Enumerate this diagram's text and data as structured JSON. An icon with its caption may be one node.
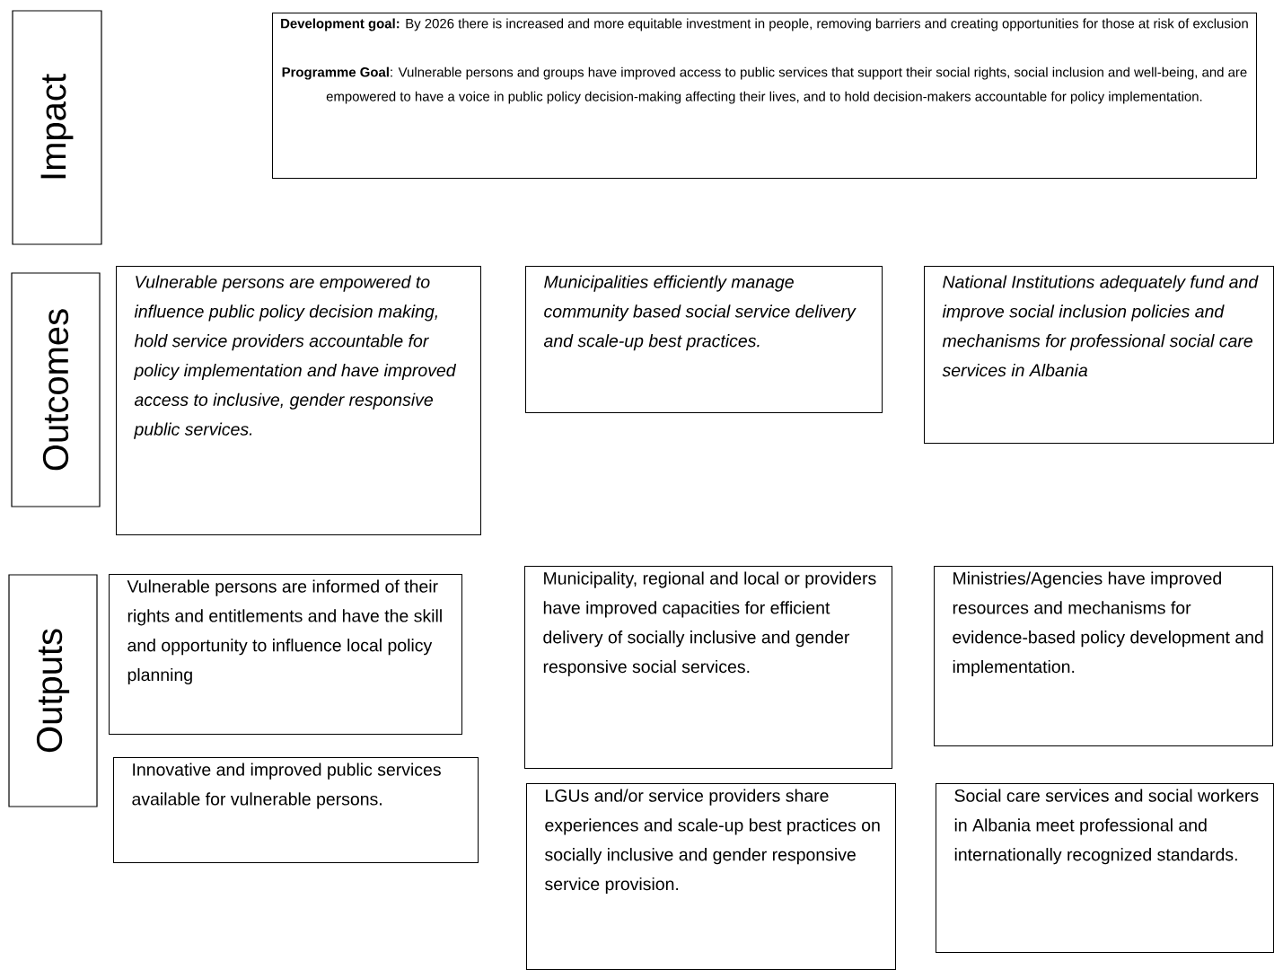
{
  "diagram": {
    "nodes": [
      {
        "text": [
          "Impact"
        ]
      },
      {
        "text": [
          "**Development goal:** By 2026 there is increased and more equitable investment in people, removing barriers and creating opportunities for those at risk of exclusion",
          "**Programme Goal**: Vulnerable persons and groups have improved access to public services that support their social rights, social inclusion and well-being, and are empowered to have a voice in public policy decision-making affecting their lives, and to hold decision-makers accountable for policy implementation."
        ]
      },
      {
        "text": [
          "Outcomes"
        ]
      },
      {
        "text": [
          "Vulnerable persons are empowered to influence public policy decision making, hold service providers accountable for policy implementation and have improved access to inclusive, gender responsive public services."
        ]
      },
      {
        "text": [
          "Municipalities efficiently manage community based social service delivery and scale-up best practices."
        ]
      },
      {
        "text": [
          "National Institutions adequately fund and improve social inclusion policies and mechanisms for professional social care services in Albania"
        ]
      },
      {
        "text": [
          "Outputs"
        ]
      },
      {
        "text": [
          "Vulnerable persons are informed of their rights and entitlements and have the skill and opportunity to influence local policy planning"
        ]
      },
      {
        "text": [
          "Municipality, regional and local or providers have improved capacities for efficient delivery of socially inclusive and gender responsive social services."
        ]
      },
      {
        "text": [
          "Ministries/Agencies have improved resources and mechanisms for evidence-based policy development and implementation."
        ]
      },
      {
        "text": [
          "Innovative and improved public services available for vulnerable persons."
        ]
      },
      {
        "text": [
          "LGUs and/or service providers share experiences and scale-up best practices on socially inclusive and gender responsive service provision."
        ]
      },
      {
        "text": [
          "Social care services and social workers in Albania meet professional and internationally recognized standards."
        ]
      }
    ]
  }
}
